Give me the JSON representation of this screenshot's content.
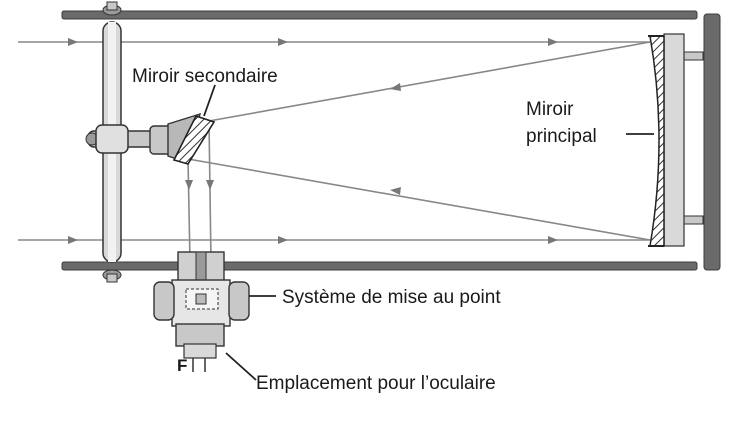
{
  "labels": {
    "secondary_mirror": "Miroir secondaire",
    "primary_mirror_line1": "Miroir",
    "primary_mirror_line2": "principal",
    "focusing_system": "Système de mise au point",
    "eyepiece_location": "Emplacement pour l’oculaire",
    "focus_point": "F"
  },
  "colors": {
    "ink": "#1a1a1a",
    "tube": "#6a6a6a",
    "tube_dark": "#3c3c3c",
    "metal_light": "#c8c8c8",
    "metal_mid": "#9a9a9a",
    "mirror_face": "#d9d9d9",
    "background": "#ffffff"
  }
}
